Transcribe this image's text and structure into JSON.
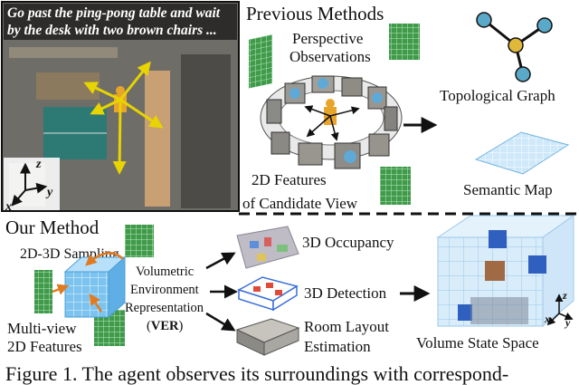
{
  "scene": {
    "instruction_line1": "Go past the ping-pong table and wait",
    "instruction_line2": "by the desk with two brown chairs ...",
    "axis_z": "z",
    "axis_y": "y",
    "axis_x": "x"
  },
  "previous": {
    "title": "Previous Methods",
    "perspective_line1": "Perspective",
    "perspective_line2": "Observations",
    "features_line1": "2D Features",
    "features_line2": "of Candidate View",
    "topological_graph": "Topological Graph",
    "semantic_map": "Semantic Map"
  },
  "ours": {
    "title": "Our Method",
    "sampling": "2D-3D Sampling",
    "multiview_line1": "Multi-view",
    "multiview_line2": "2D Features",
    "ver_line1": "Volumetric",
    "ver_line2": "Environment",
    "ver_line3": "Representation",
    "ver_abbr_open": "(",
    "ver_abbr": "VER",
    "ver_abbr_close": ")",
    "occupancy": "3D Occupancy",
    "detection": "3D Detection",
    "layout_line1": "Room Layout",
    "layout_line2": "Estimation",
    "volume_state": "Volume State Space",
    "axis_z": "z",
    "axis_x": "x",
    "axis_y": "y"
  },
  "caption": "Figure 1.  The agent observes its surroundings with correspond-",
  "colors": {
    "feature_green": "#3f9a4a",
    "voxel_blue": "#8fc8ee",
    "arrow_yellow": "#e8d400",
    "node_teal": "#5aa9c8",
    "node_gold": "#e0b93a"
  }
}
